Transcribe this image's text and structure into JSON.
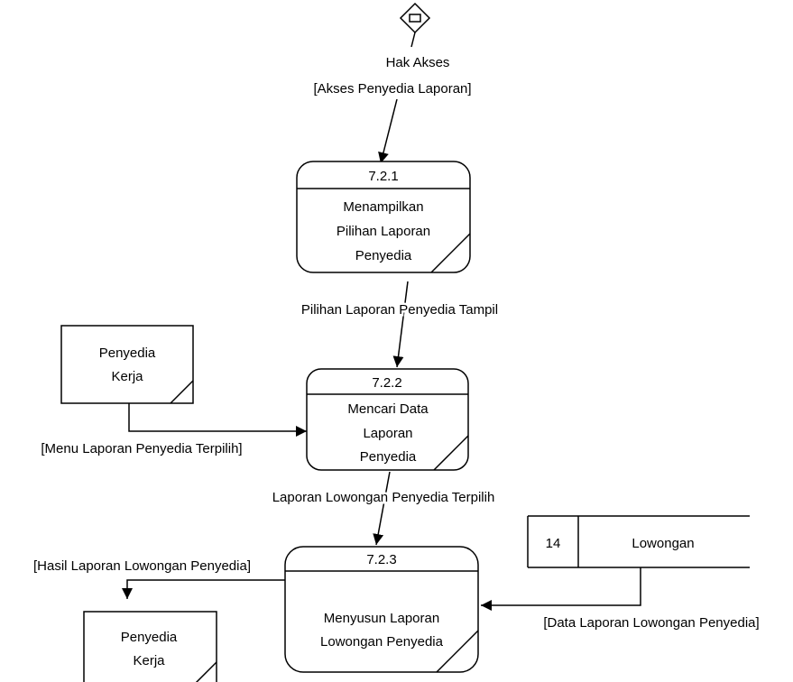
{
  "access_label": [
    "Hak Akses",
    "[Akses Penyedia Laporan]"
  ],
  "processes": {
    "p1": {
      "id": "7.2.1",
      "name": [
        "Menampilkan",
        "Pilihan Laporan",
        "Penyedia"
      ]
    },
    "p2": {
      "id": "7.2.2",
      "name": [
        "Mencari Data",
        "Laporan",
        "Penyedia"
      ]
    },
    "p3": {
      "id": "7.2.3",
      "name": [
        "Menyusun Laporan",
        "Lowongan Penyedia"
      ]
    }
  },
  "entities": {
    "e1": [
      "Penyedia",
      "Kerja"
    ],
    "e2": [
      "Penyedia",
      "Kerja"
    ]
  },
  "datastore": {
    "number": "14",
    "name": "Lowongan"
  },
  "flows": {
    "f1": "Pilihan Laporan Penyedia Tampil",
    "f2": "[Menu Laporan Penyedia Terpilih]",
    "f3": "Laporan Lowongan Penyedia Terpilih",
    "f4": "[Data Laporan Lowongan Penyedia]",
    "f5": "[Hasil Laporan Lowongan Penyedia]"
  },
  "watermark": "",
  "colors": {
    "stroke": "#000000",
    "watermark": "#c0392b"
  }
}
